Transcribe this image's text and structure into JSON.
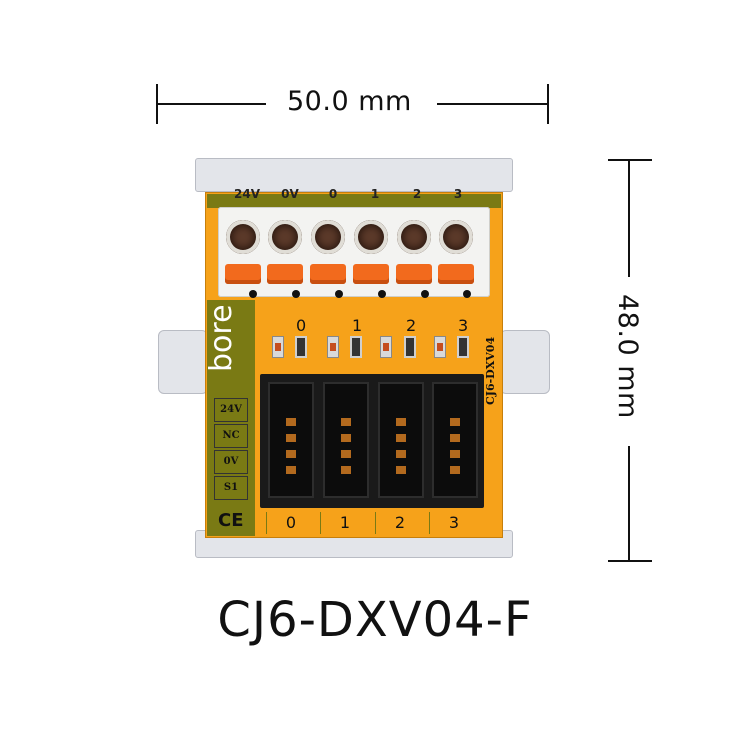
{
  "dimensions": {
    "width_label": "50.0 mm",
    "height_label": "48.0 mm"
  },
  "product": {
    "model": "CJ6-DXV04-F",
    "brand": "bore",
    "board_model": "CJ6-DXV04",
    "certification": "CE"
  },
  "terminals": [
    "24V",
    "0V",
    "0",
    "1",
    "2",
    "3"
  ],
  "led_channels": [
    "0",
    "1",
    "2",
    "3"
  ],
  "connector_labels": [
    "0",
    "1",
    "2",
    "3"
  ],
  "pin_legend": [
    "24V",
    "NC",
    "0V",
    "S1"
  ],
  "colors": {
    "pcb": "#f6a21a",
    "lever": "#f26a1d",
    "rail": "#e3e5ea"
  }
}
